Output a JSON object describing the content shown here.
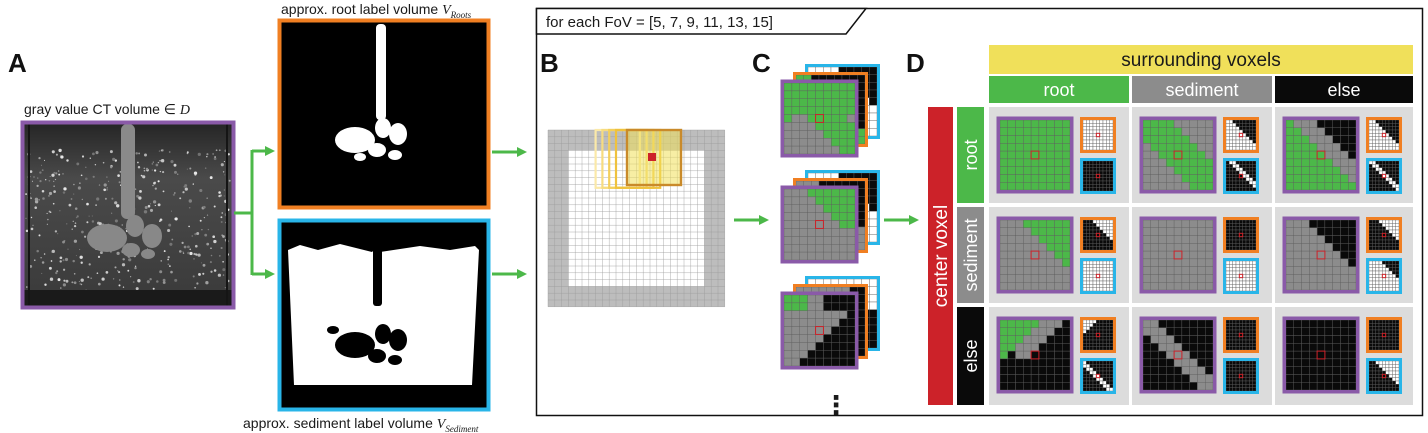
{
  "panels": {
    "a": "A",
    "b": "B",
    "c": "C",
    "d": "D"
  },
  "panel_a": {
    "ct_label_prefix": "gray value CT volume ∈ ",
    "ct_label_symbol": "D",
    "root_label_prefix": "approx. root label volume ",
    "root_label_symbol": "V",
    "root_label_sub": "Roots",
    "sediment_label_prefix": "approx. sediment label volume ",
    "sediment_label_symbol": "V",
    "sediment_label_sub": "Sediment"
  },
  "fov_header": "for each FoV = [5, 7, 9, 11, 13, 15]",
  "ellipsis": "⋮",
  "matrix": {
    "header": "surrounding voxels",
    "columns": [
      "root",
      "sediment",
      "else"
    ],
    "row_header": "center voxel",
    "rows": [
      "root",
      "sediment",
      "else"
    ]
  },
  "colors": {
    "purple": "#8a5aa8",
    "orange": "#f07f22",
    "cyan": "#29b5e8",
    "green": "#4cb849",
    "gray": "#8c8c8c",
    "black": "#0a0a0a",
    "yellow": "#f0e05a",
    "red": "#cc2229",
    "arrow": "#4cb849"
  }
}
